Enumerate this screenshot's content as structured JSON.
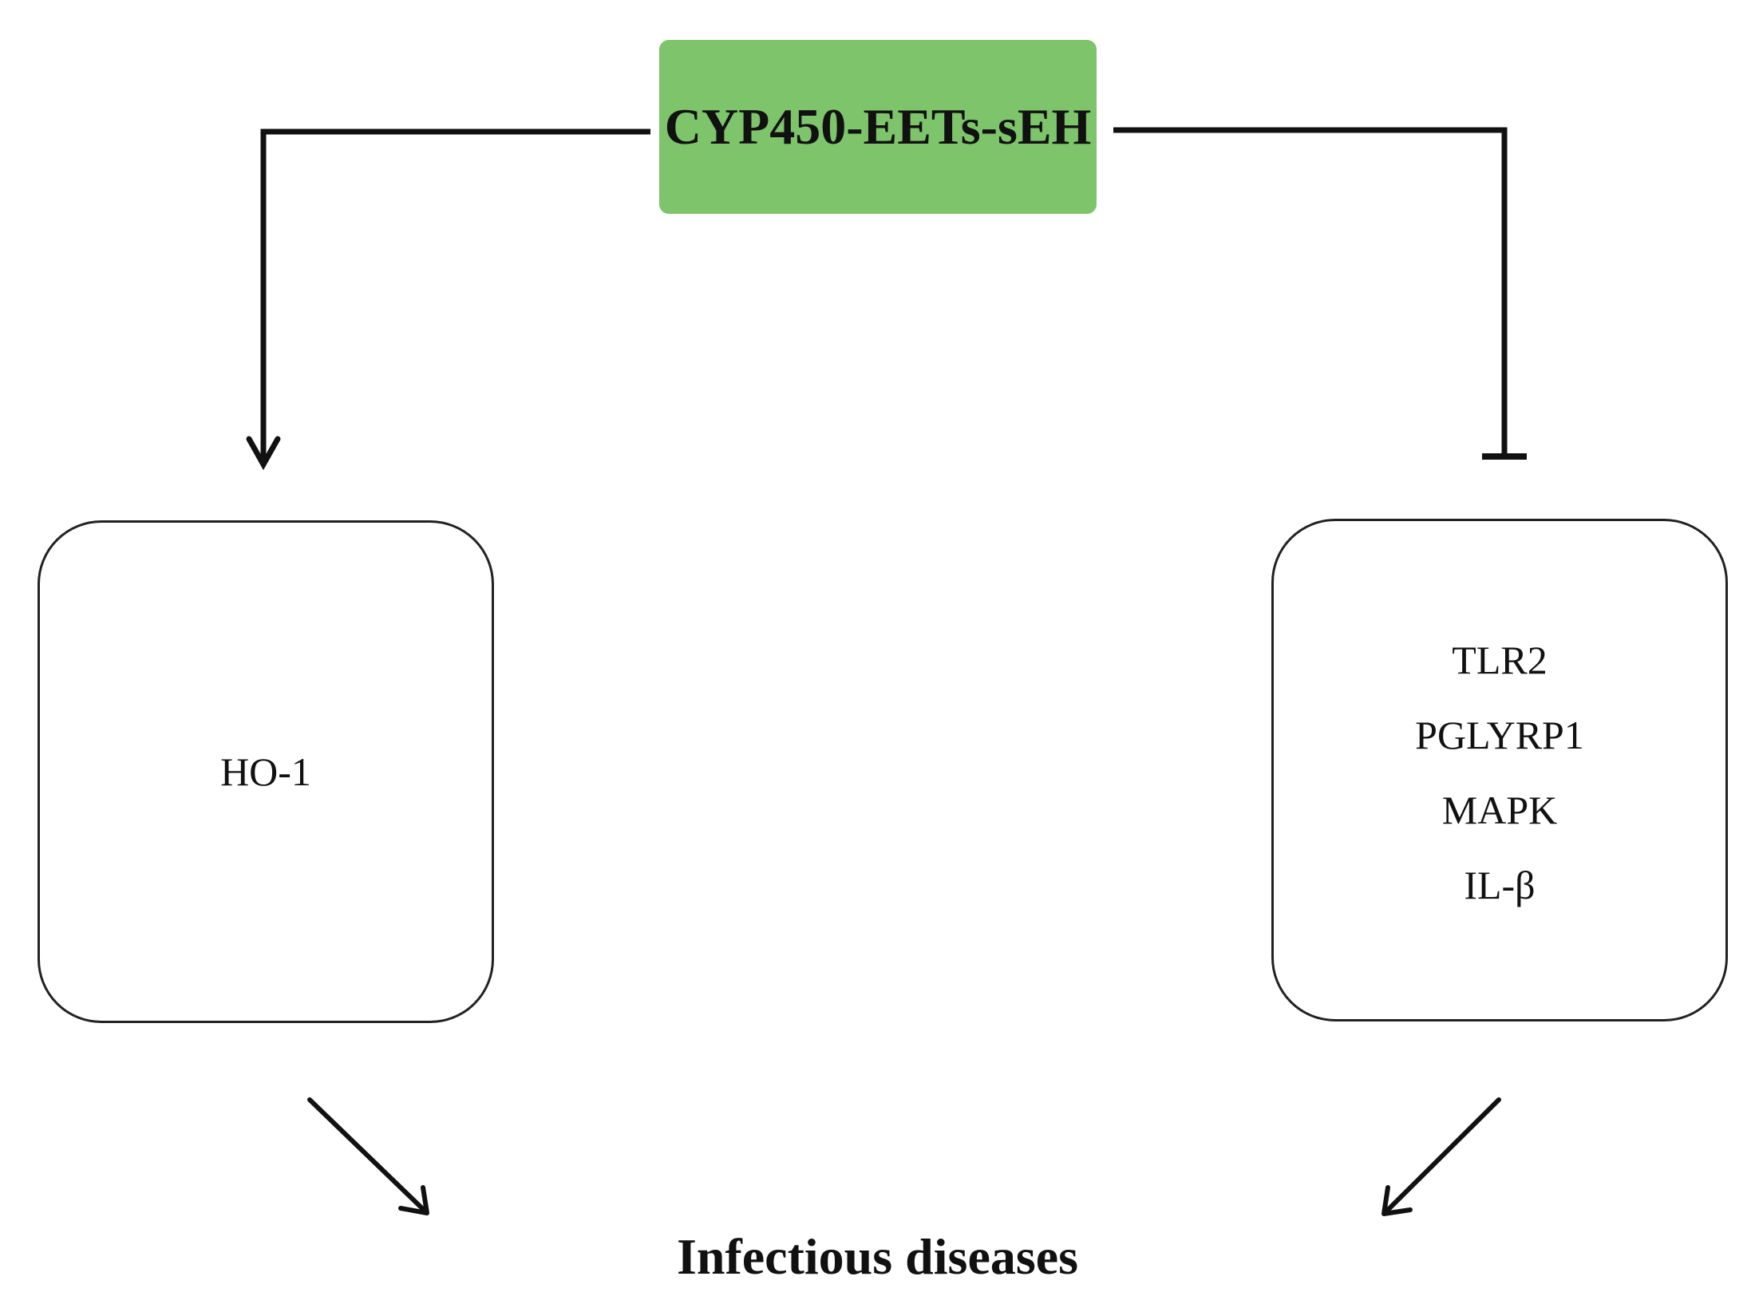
{
  "source": {
    "label": "CYP450-EETs-sEH",
    "fill_color": "#7dc46b"
  },
  "activated": {
    "relation": "activates",
    "items": [
      "HO-1"
    ]
  },
  "inhibited": {
    "relation": "inhibits",
    "items": [
      "TLR2",
      "PGLYRP1",
      "MAPK",
      "IL-β"
    ]
  },
  "outcome": {
    "label": "Infectious diseases"
  }
}
